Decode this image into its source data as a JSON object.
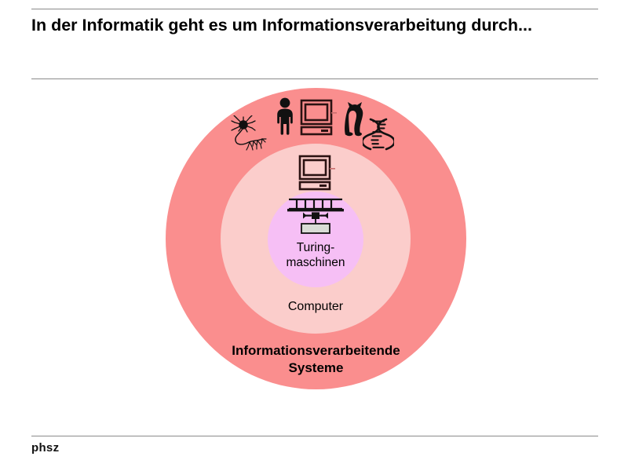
{
  "slide": {
    "title": "In der Informatik geht es um Informationsverarbeitung durch...",
    "footer_logo": "phsz"
  },
  "diagram": {
    "type": "nested-venn-circles",
    "levels": [
      {
        "id": "outer",
        "label": "Informationsverarbeitende Systeme",
        "label_line1": "Informationsverarbeitende",
        "label_line2": "Systeme",
        "color": "#FA8E8E",
        "bold": true
      },
      {
        "id": "middle",
        "label": "Computer",
        "color": "#FBCDCB",
        "bold": false
      },
      {
        "id": "inner",
        "label": "Turing-maschinen",
        "label_line1": "Turing-",
        "label_line2": "maschinen",
        "color": "#F6BFF5",
        "bold": false
      }
    ],
    "icons": [
      {
        "name": "neuron-icon",
        "level": "outer",
        "meaning": "Neuron"
      },
      {
        "name": "human-icon",
        "level": "outer",
        "meaning": "Mensch"
      },
      {
        "name": "computer-icon",
        "level": "outer",
        "meaning": "Computer"
      },
      {
        "name": "cat-icon",
        "level": "outer",
        "meaning": "Tier"
      },
      {
        "name": "dna-icon",
        "level": "outer",
        "meaning": "DNA"
      },
      {
        "name": "computer-icon",
        "level": "middle",
        "meaning": "Computer"
      },
      {
        "name": "turing-machine-icon",
        "level": "inner",
        "meaning": "Turingmaschine"
      }
    ]
  },
  "colors": {
    "outer_circle": "#FA8E8E",
    "middle_circle": "#FBCDCB",
    "inner_circle": "#F6BFF5",
    "rule": "#8a8a8a",
    "text": "#000000",
    "background": "#ffffff"
  }
}
